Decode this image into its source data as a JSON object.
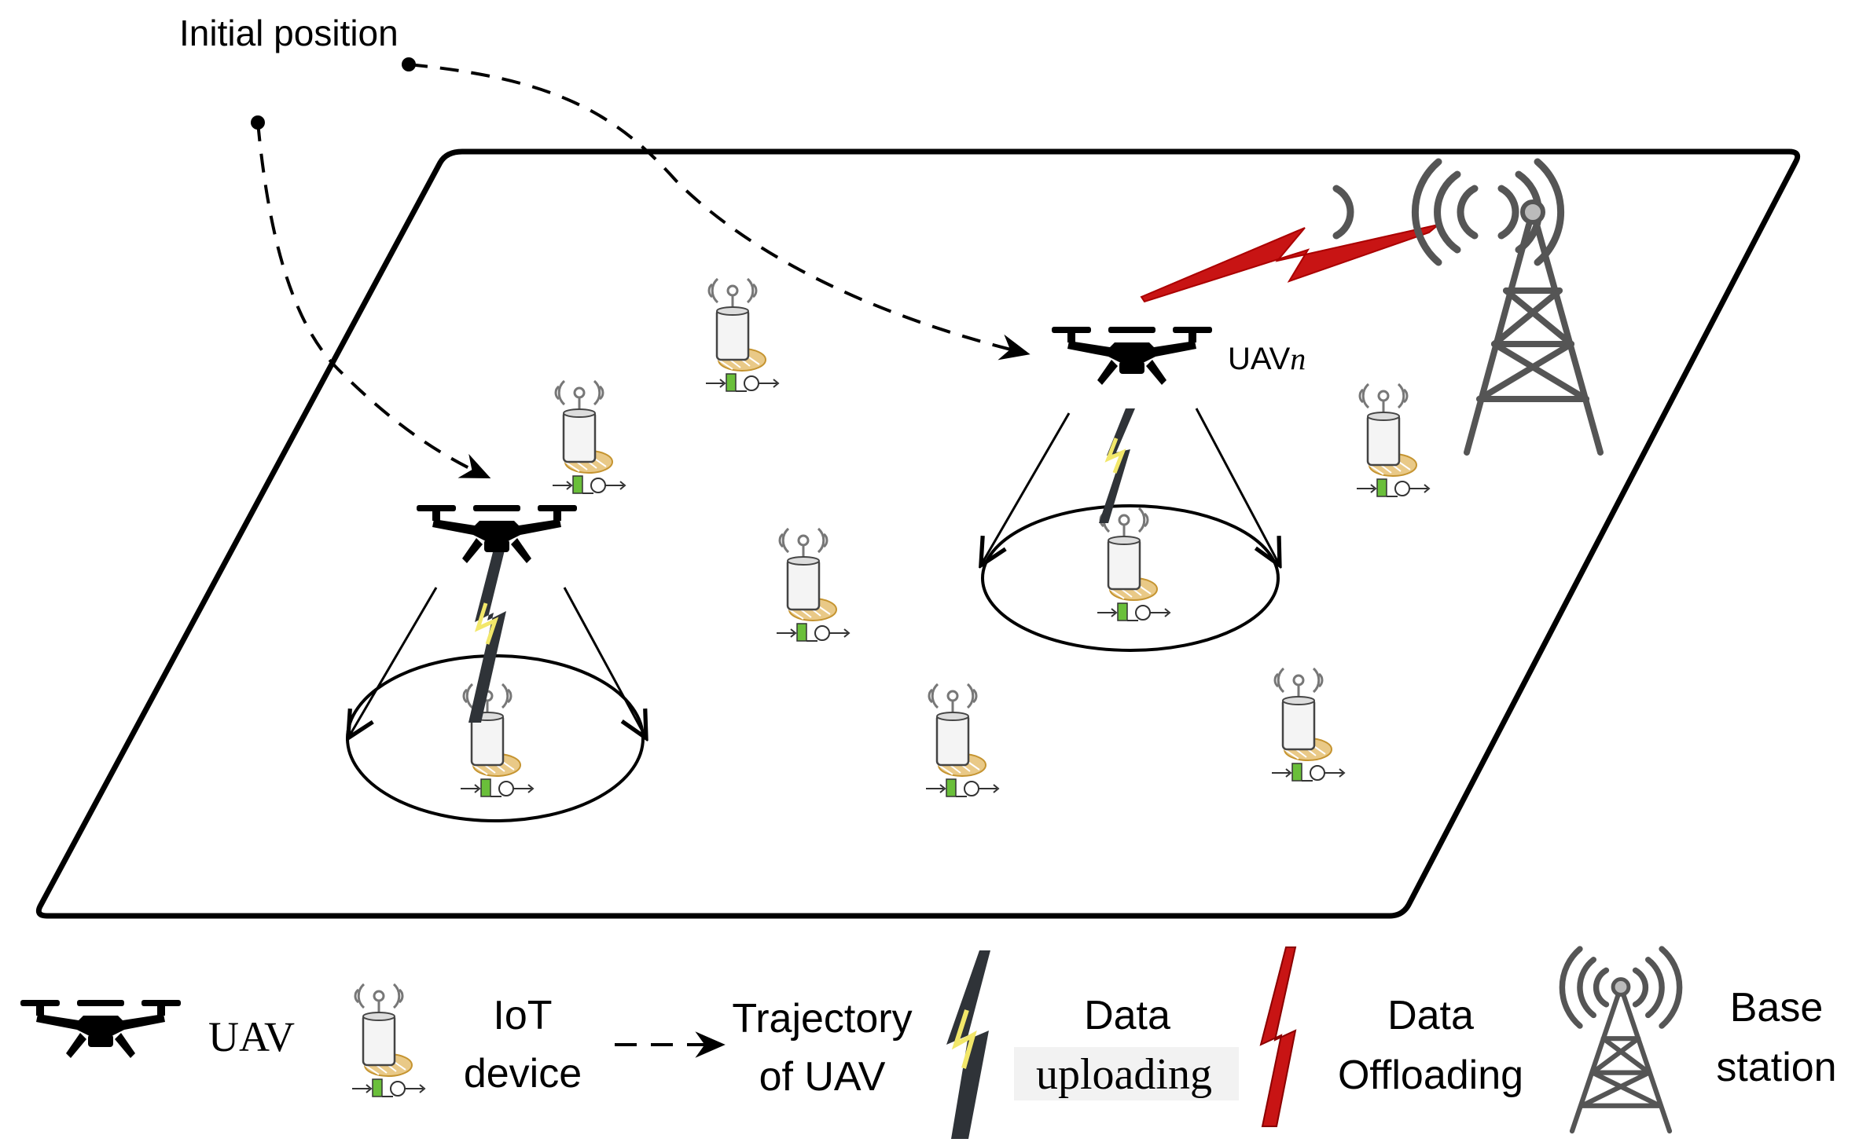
{
  "labels": {
    "initial_position": "Initial position",
    "uavn_prefix": "UAV",
    "uavn_suffix": "n"
  },
  "legend": {
    "uav": "UAV",
    "iot_line1": "IoT",
    "iot_line2": "device",
    "trajectory_line1": "Trajectory",
    "trajectory_line2": "of UAV",
    "upload_line1": "Data",
    "upload_line2": "uploading",
    "offload_line1": "Data",
    "offload_line2": "Offloading",
    "bs_line1": "Base",
    "bs_line2": "station"
  },
  "colors": {
    "uplink_bolt": "#2f3338",
    "uplink_stripe": "#f2e76a",
    "offload_bolt": "#c81414",
    "tower": "#555555",
    "iot_base_hatch": "#d9a441",
    "iot_battery": "#6abf3a"
  },
  "icons": {
    "uav": "quadcopter-drone-icon",
    "iot": "iot-sensor-device-icon",
    "uplink": "lightning-bolt-icon",
    "offload": "lightning-bolt-icon",
    "base_station": "radio-tower-icon"
  }
}
